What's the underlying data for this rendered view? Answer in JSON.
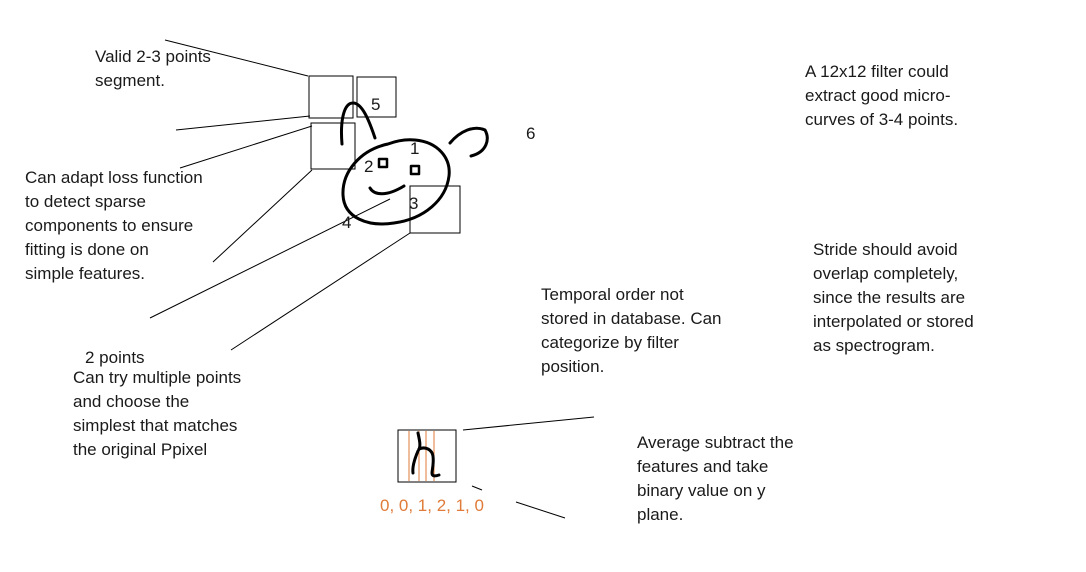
{
  "notes": {
    "valid_segment": "Valid 2-3 points\nsegment.",
    "loss_function": "Can adapt loss function\nto detect sparse\ncomponents to ensure\nfitting is done on\nsimple features.",
    "two_points": "2 points",
    "multiple_points": "Can try multiple points\nand choose the\nsimplest that matches\nthe original Ppixel",
    "filter_12x12": "A 12x12 filter could\nextract good micro-\ncurves of 3-4 points.",
    "stride": "Stride should avoid\noverlap completely,\nsince the results are\ninterpolated or stored\nas spectrogram.",
    "temporal_order": "Temporal order not\nstored in database. Can\ncategorize by filter\nposition.",
    "average_subtract": "Average subtract the\nfeatures and take\nbinary value on y\nplane."
  },
  "labels": {
    "n1": "1",
    "n2": "2",
    "n3": "3",
    "n4": "4",
    "n5": "5",
    "n6": "6"
  },
  "binary_values": "0, 0, 1, 2, 1, 0",
  "colors": {
    "ink": "#000000",
    "line": "#000000",
    "accent": "#e07b39"
  }
}
